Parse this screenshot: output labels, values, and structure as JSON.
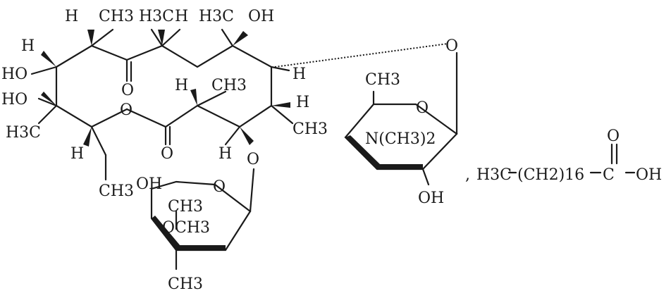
{
  "labels": {
    "h_top1": "H",
    "ch3_top1": "CH3",
    "h3c_top2": "H3C",
    "h_top2": "H",
    "h3c_top3": "H3C",
    "oh_top": "OH",
    "h_left1": "H",
    "ho_left": "HO",
    "ho_left2": "HO",
    "h3c_left": "H3C",
    "h_left2": "H",
    "o_ketone": "O",
    "o_ring": "O",
    "o_ester": "O",
    "h_mid": "H",
    "ch3_mid": "CH3",
    "h_mid2": "H",
    "ch3_mid2": "CH3",
    "h_mid3": "H",
    "h_right1": "H",
    "o_glyco": "O",
    "ch3_ethyl": "CH3",
    "o_sugar_link": "O",
    "ch3_sugar2": "CH3",
    "o_sugar2_ring": "O",
    "nme2": "N(CH3)2",
    "oh_sugar2": "OH",
    "oh_sugar1": "OH",
    "ch3_s1a": "CH3",
    "och3": "OCH3",
    "o_sugar1_ring": "O",
    "ch3_s1b": "CH3",
    "comma": ",",
    "stearic_h3c": "H3C",
    "stearic_chain": "(CH2)16",
    "stearic_c": "C",
    "stearic_oh": "OH",
    "stearic_o": "O"
  }
}
